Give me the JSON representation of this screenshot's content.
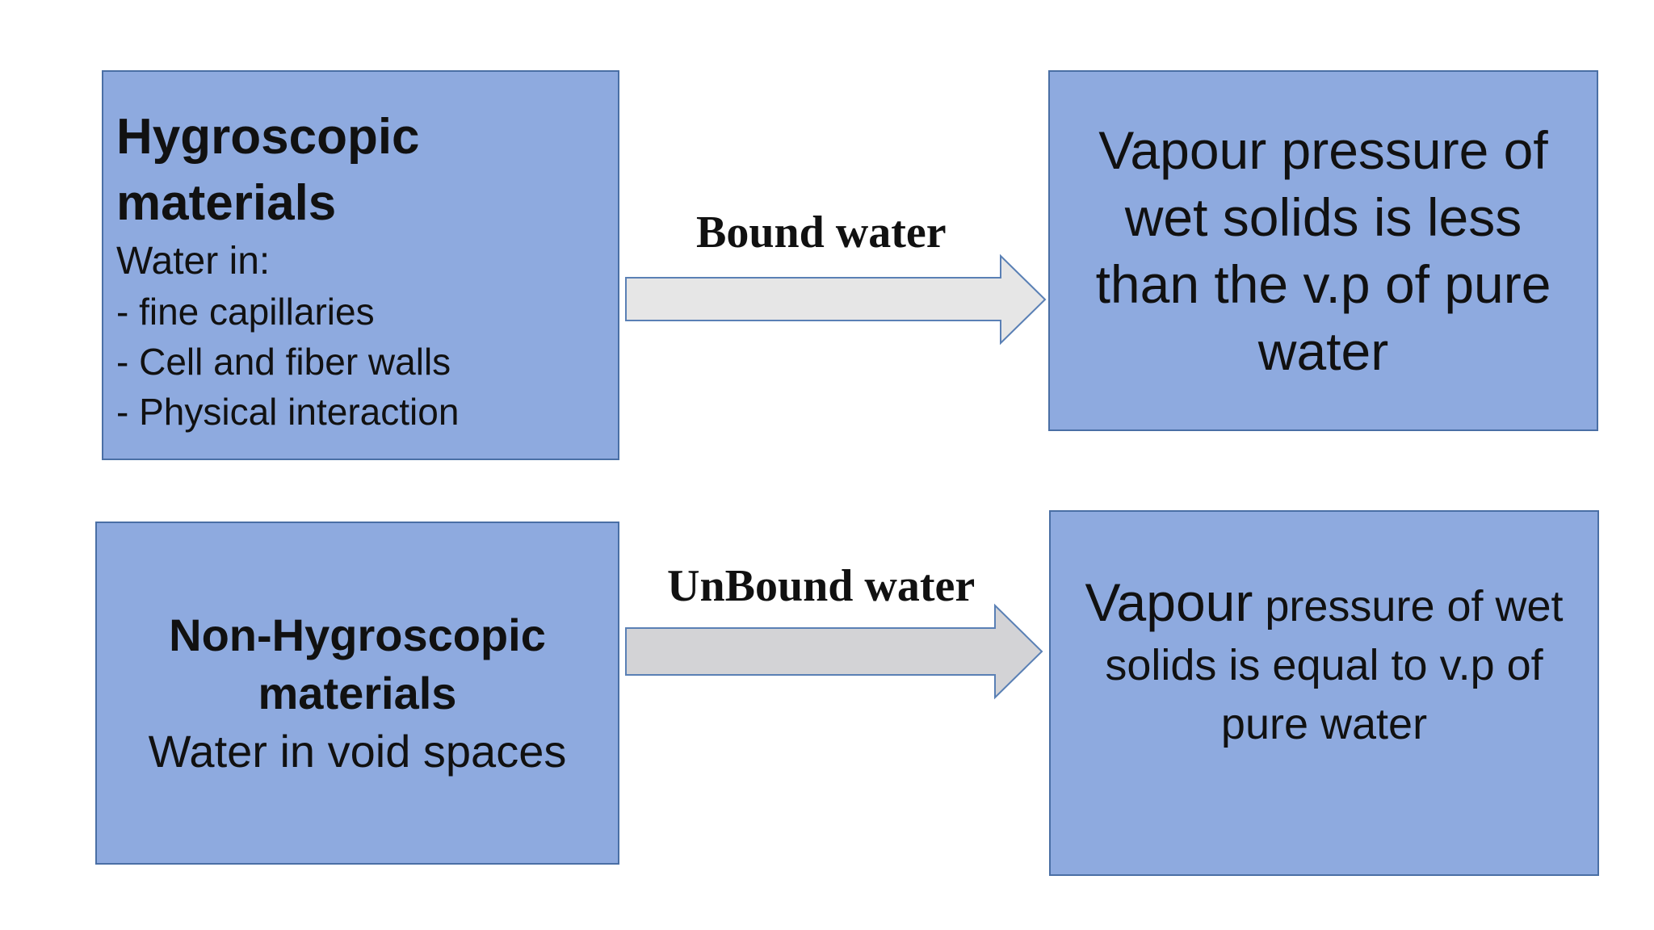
{
  "colors": {
    "box_fill": "#8eaadf",
    "box_border": "#4a6fa5",
    "arrow_top_fill": "#e6e6e6",
    "arrow_bottom_fill": "#d3d3d6",
    "arrow_stroke": "#5a80b5"
  },
  "hygroscopic": {
    "title_line1": "Hygroscopic",
    "title_line2": "materials",
    "subtitle": "Water in:",
    "bullets": [
      "- fine capillaries",
      "- Cell and fiber walls",
      "- Physical interaction"
    ]
  },
  "non_hygroscopic": {
    "title_line1": "Non-Hygroscopic",
    "title_line2": "materials",
    "subtitle": "Water in void spaces"
  },
  "bound": {
    "label": "Bound water",
    "result_lines": [
      "Vapour pressure of",
      "wet solids is less",
      "than the v.p of pure",
      "water"
    ]
  },
  "unbound": {
    "label": "UnBound water",
    "result_word1": "Vapour",
    "result_line1_rest": " pressure of wet",
    "result_line2": "solids is equal to v.p of",
    "result_line3": "pure water"
  }
}
